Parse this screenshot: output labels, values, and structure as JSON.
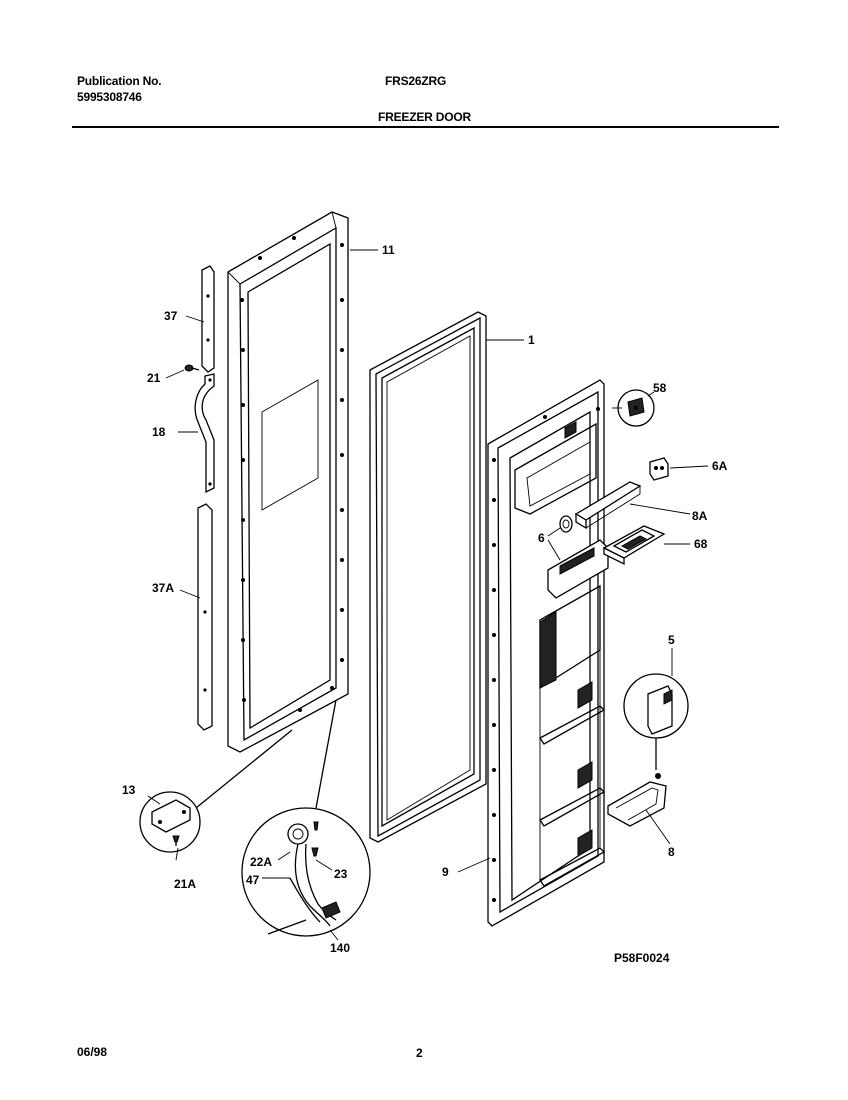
{
  "header": {
    "publication_label": "Publication No.",
    "publication_number": "5995308746",
    "model": "FRS26ZRG",
    "section_title": "FREEZER DOOR"
  },
  "diagram": {
    "figure_code": "P58F0024",
    "callouts": {
      "c11": "11",
      "c1": "1",
      "c37": "37",
      "c21": "21",
      "c18": "18",
      "c37a": "37A",
      "c58": "58",
      "c6a": "6A",
      "c8a": "8A",
      "c6": "6",
      "c68": "68",
      "c5": "5",
      "c8": "8",
      "c9": "9",
      "c13": "13",
      "c21a": "21A",
      "c22a": "22A",
      "c47": "47",
      "c23": "23",
      "c140": "140"
    }
  },
  "footer": {
    "date": "06/98",
    "page": "2"
  }
}
